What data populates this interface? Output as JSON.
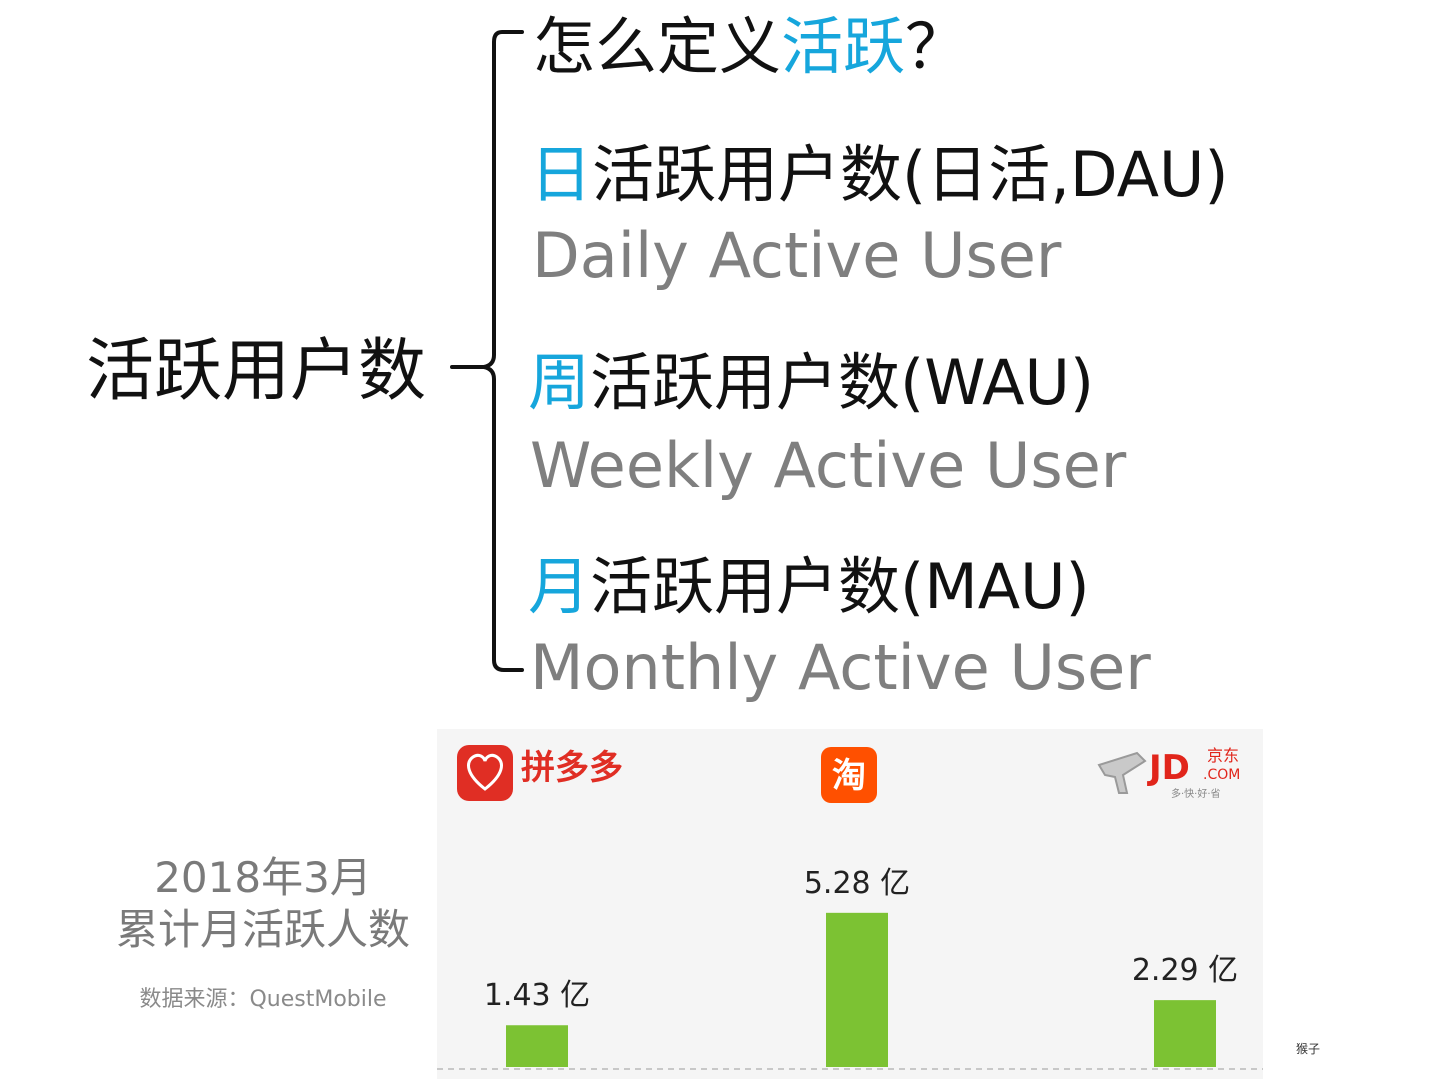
{
  "root": {
    "label": "活跃用户数"
  },
  "question": {
    "prefix": "怎么定义",
    "highlight": "活跃",
    "suffix": "？"
  },
  "metrics": [
    {
      "accent_char": "日",
      "rest": "活跃用户数(日活,DAU)",
      "english": "Daily Active User"
    },
    {
      "accent_char": "周",
      "rest": "活跃用户数(WAU)",
      "english": "Weekly Active User"
    },
    {
      "accent_char": "月",
      "rest": "活跃用户数(MAU)",
      "english": "Monthly Active User"
    }
  ],
  "caption": {
    "line1": "2018年3月",
    "line2": "累计月活跃人数",
    "source": "数据来源：QuestMobile"
  },
  "watermark": "猴子",
  "colors": {
    "accent": "#16a6dc",
    "bar": "#7cc233",
    "pdd_red": "#e02e24",
    "taobao_orange": "#ff5000",
    "jd_red": "#e1251b"
  },
  "logos": {
    "pinduoduo": {
      "name": "拼多多",
      "icon": "heart-logo-icon"
    },
    "taobao": {
      "glyph": "淘",
      "icon": "taobao-logo-icon"
    },
    "jd": {
      "mark": "JD",
      "cn": "京东",
      "dotcom": ".COM",
      "tagline": "多·快·好·省",
      "icon": "jd-dog-logo-icon"
    }
  },
  "chart_data": {
    "type": "bar",
    "categories": [
      "拼多多",
      "淘宝",
      "京东"
    ],
    "values": [
      1.43,
      5.28,
      2.29
    ],
    "labels": [
      "1.43 亿",
      "5.28 亿",
      "2.29 亿"
    ],
    "ylim": [
      0,
      6
    ]
  }
}
